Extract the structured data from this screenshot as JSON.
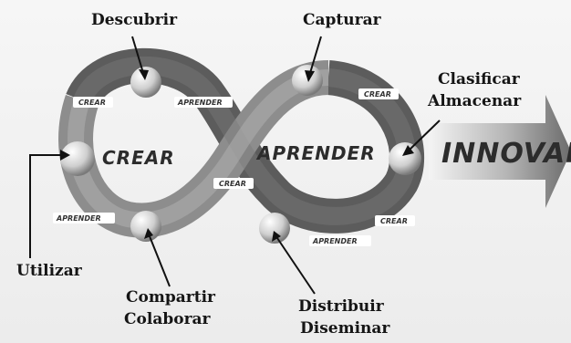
{
  "loop": {
    "left_center": "CREAR",
    "right_center": "APRENDER",
    "band_labels": {
      "top_left": "CREAR",
      "top_mid": "APRENDER",
      "right_top": "CREAR",
      "left_bottom": "APRENDER",
      "center_cross": "CREAR",
      "right_bottom": "CREAR",
      "bottom_mid": "APRENDER"
    }
  },
  "arrow": {
    "text": "INNOVAR"
  },
  "labels": {
    "descubrir": "Descubrir",
    "capturar": "Capturar",
    "clasificar": "Clasificar",
    "almacenar": "Almacenar",
    "utilizar": "Utilizar",
    "compartir": "Compartir",
    "colaborar": "Colaborar",
    "distribuir": "Distribuir",
    "diseminar": "Diseminar"
  }
}
